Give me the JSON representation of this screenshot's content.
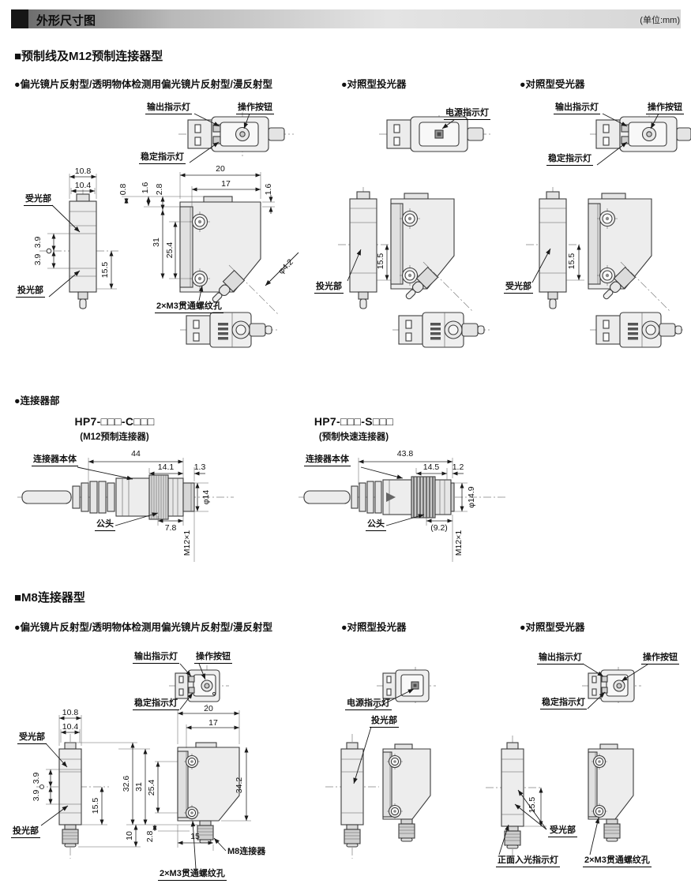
{
  "header": {
    "title": "外形尺寸图",
    "unit": "(单位:mm)"
  },
  "m12": {
    "title": "■预制线及M12预制连接器型",
    "cols": {
      "reflective": "●偏光镜片反射型/透明物体检测用偏光镜片反射型/漫反射型",
      "emitter": "●对照型投光器",
      "receiver": "●对照型受光器"
    },
    "reflective": {
      "output_indicator": "输出指示灯",
      "operation_button": "操作按钮",
      "stability_indicator": "稳定指示灯",
      "receiver_part": "受光部",
      "emitter_part": "投光部",
      "thread_holes": "2×M3贯通螺纹孔",
      "cable_dia": "φ4.2",
      "dims": {
        "w_body": "10.8",
        "w_face": "10.4",
        "axis_top": "3.9",
        "axis_bottom": "3.9",
        "h_center": "15.5",
        "d1": "0.8",
        "d2": "1.6",
        "d3": "2.8",
        "w_side": "20",
        "w_holes": "17",
        "d4": "1.6",
        "h_side": "31",
        "pitch": "25.4"
      }
    },
    "emitter": {
      "power_indicator": "电源指示灯",
      "emitter_part": "投光部",
      "dims": {
        "h_center": "15.5"
      }
    },
    "receiver": {
      "output_indicator": "输出指示灯",
      "operation_button": "操作按钮",
      "stability_indicator": "稳定指示灯",
      "receiver_part": "受光部",
      "dims": {
        "h_center": "15.5"
      }
    }
  },
  "connector": {
    "title": "●连接器部",
    "left": {
      "model": "HP7-□□□-C□□□",
      "type": "(M12预制连接器)",
      "body_label": "连接器本体",
      "male_label": "公头",
      "dims": {
        "total": "44",
        "seg": "14.1",
        "tip": "1.3",
        "dia": "φ14",
        "nut": "7.8",
        "thread": "M12×1"
      }
    },
    "right": {
      "model": "HP7-□□□-S□□□",
      "type": "(预制快速连接器)",
      "body_label": "连接器本体",
      "male_label": "公头",
      "dims": {
        "total": "43.8",
        "seg": "14.5",
        "tip": "1.2",
        "dia": "φ14.9",
        "nut": "(9.2)",
        "thread": "M12×1"
      }
    }
  },
  "m8": {
    "title": "■M8连接器型",
    "cols": {
      "reflective": "●偏光镜片反射型/透明物体检测用偏光镜片反射型/漫反射型",
      "emitter": "●对照型投光器",
      "receiver": "●对照型受光器"
    },
    "reflective": {
      "output_indicator": "输出指示灯",
      "operation_button": "操作按钮",
      "stability_indicator": "稳定指示灯",
      "receiver_part": "受光部",
      "emitter_part": "投光部",
      "thread_holes": "2×M3贯通螺纹孔",
      "m8_connector": "M8连接器",
      "dims": {
        "w_body": "10.8",
        "w_face": "10.4",
        "axis_top": "3.9",
        "axis_bottom": "3.9",
        "h_center": "15.5",
        "w_side": "20",
        "w_holes": "17",
        "h_total": "32.6",
        "h_side": "31",
        "pitch": "25.4",
        "plug_h": "10",
        "plug_off": "2.8",
        "h_side2": "34.2",
        "plug_w": "15"
      }
    },
    "emitter": {
      "power_indicator": "电源指示灯",
      "emitter_part": "投光部"
    },
    "receiver": {
      "output_indicator": "输出指示灯",
      "operation_button": "操作按钮",
      "stability_indicator": "稳定指示灯",
      "receiver_part": "受光部",
      "front_indicator": "正面入光指示灯",
      "thread_holes": "2×M3贯通螺纹孔",
      "dims": {
        "h_center": "15.5"
      }
    }
  }
}
